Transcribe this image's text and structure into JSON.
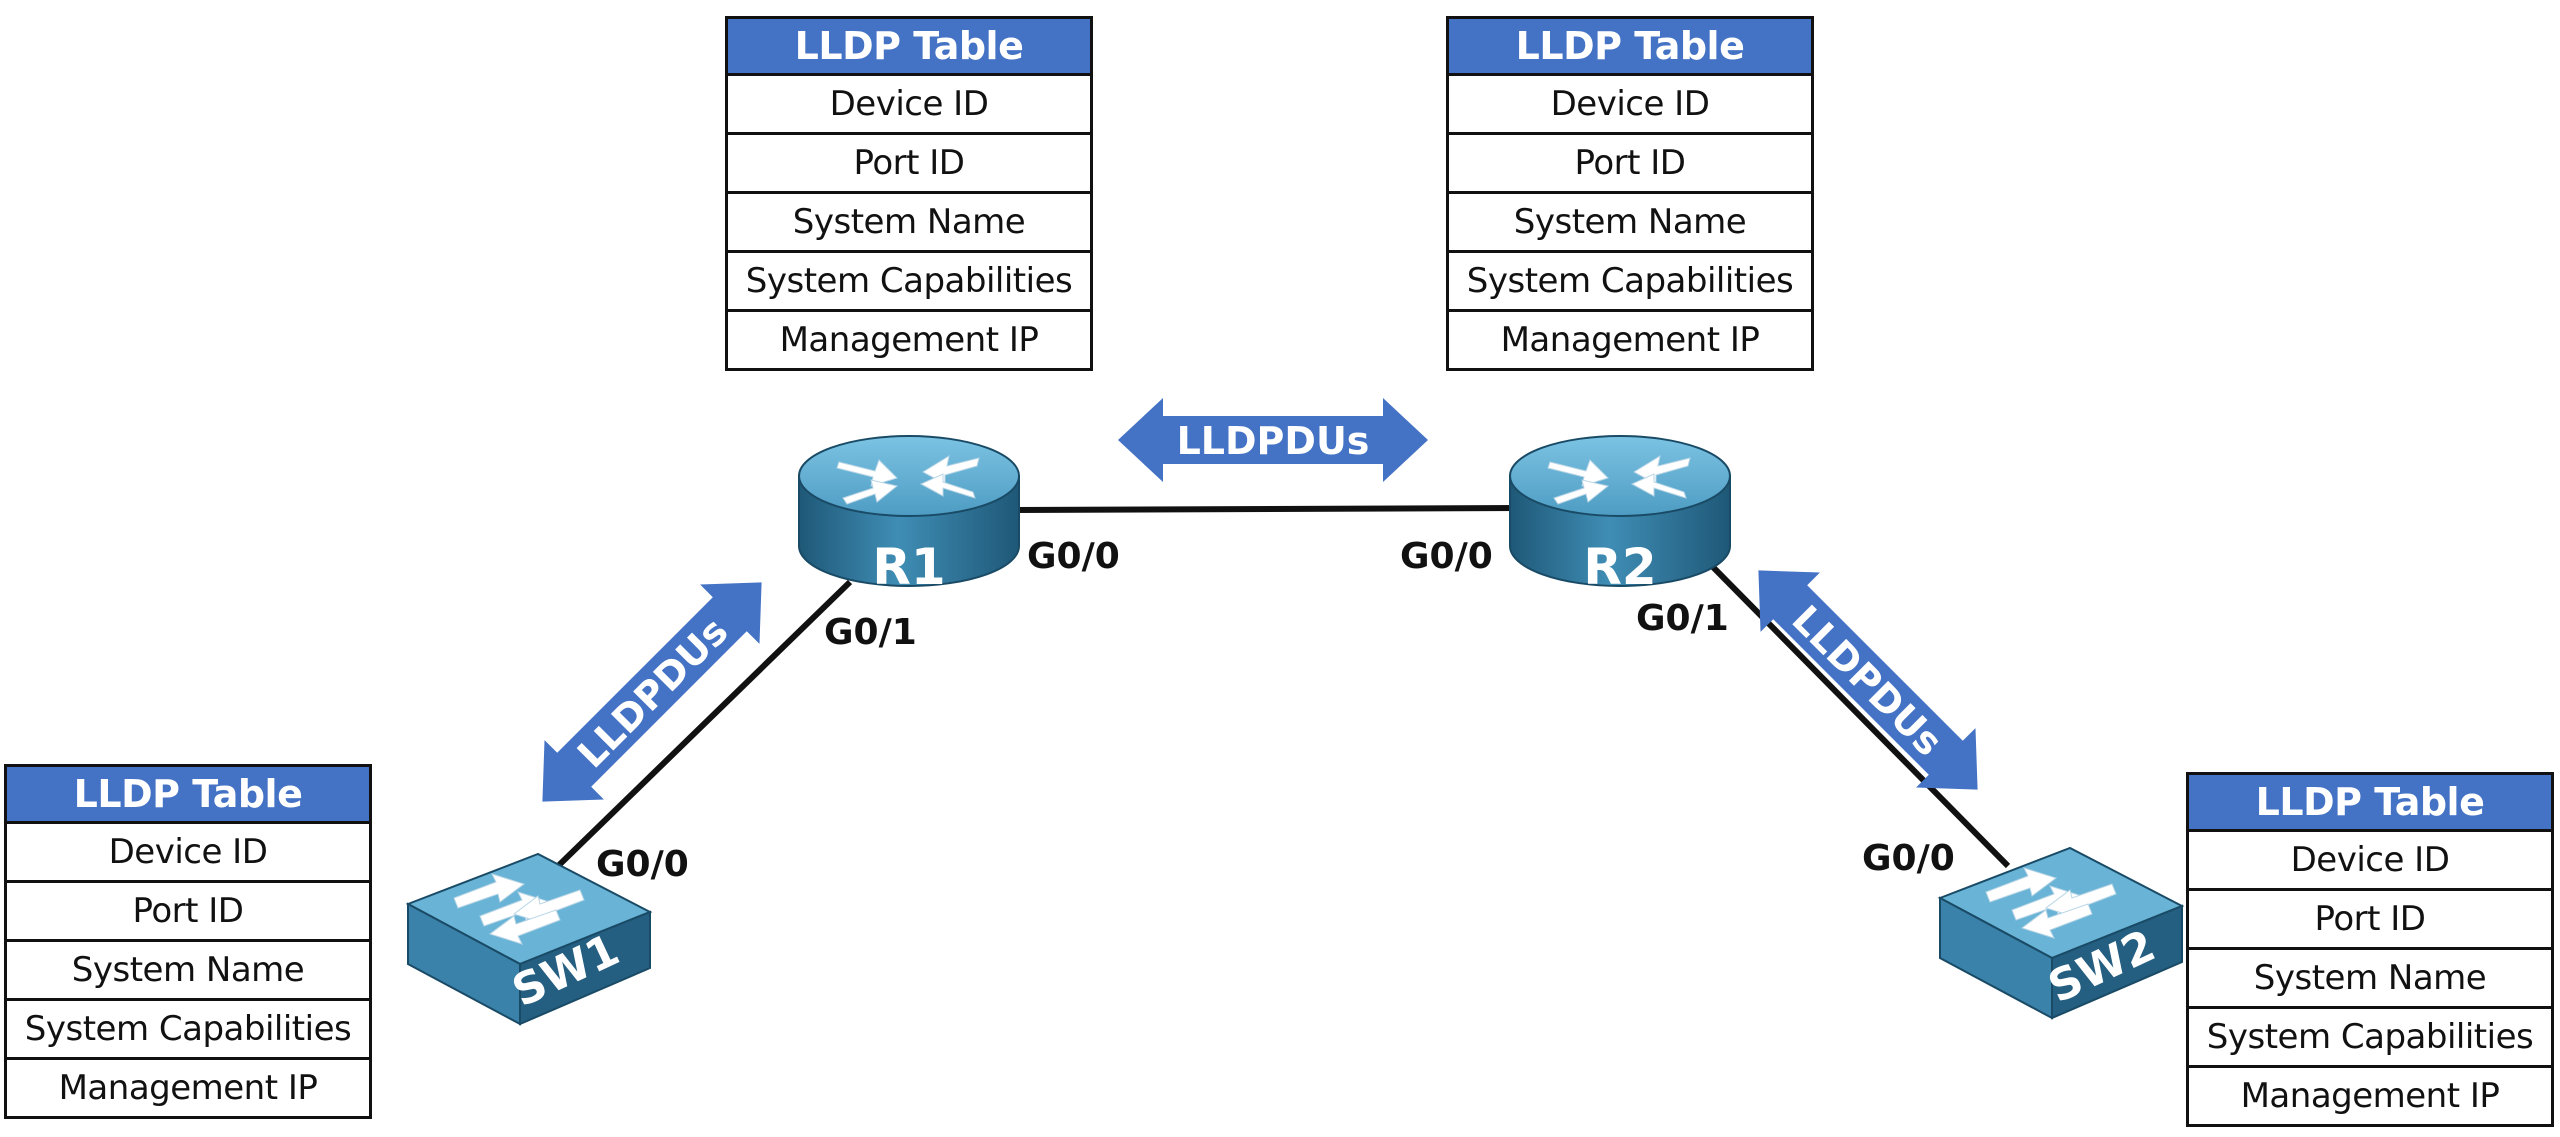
{
  "tables": {
    "r1": {
      "title": "LLDP Table",
      "rows": [
        "Device ID",
        "Port ID",
        "System Name",
        "System Capabilities",
        "Management IP"
      ]
    },
    "r2": {
      "title": "LLDP Table",
      "rows": [
        "Device ID",
        "Port ID",
        "System Name",
        "System Capabilities",
        "Management IP"
      ]
    },
    "sw1": {
      "title": "LLDP Table",
      "rows": [
        "Device ID",
        "Port ID",
        "System Name",
        "System Capabilities",
        "Management IP"
      ]
    },
    "sw2": {
      "title": "LLDP Table",
      "rows": [
        "Device ID",
        "Port ID",
        "System Name",
        "System Capabilities",
        "Management IP"
      ]
    }
  },
  "devices": {
    "r1": {
      "label": "R1"
    },
    "r2": {
      "label": "R2"
    },
    "sw1": {
      "label": "SW1"
    },
    "sw2": {
      "label": "SW2"
    }
  },
  "interfaces": {
    "r1_to_r2": "G0/0",
    "r2_to_r1": "G0/0",
    "r1_to_sw1": "G0/1",
    "sw1_to_r1": "G0/0",
    "r2_to_sw2": "G0/1",
    "sw2_to_r2": "G0/0"
  },
  "arrows": {
    "r1_r2": "LLDPDUs",
    "r1_sw1": "LLDPDUs",
    "r2_sw2": "LLDPDUs"
  },
  "colors": {
    "table_header": "#4472c4",
    "arrow": "#4472c4",
    "device_top": "#5fa9cd",
    "device_side": "#2e6f92"
  }
}
